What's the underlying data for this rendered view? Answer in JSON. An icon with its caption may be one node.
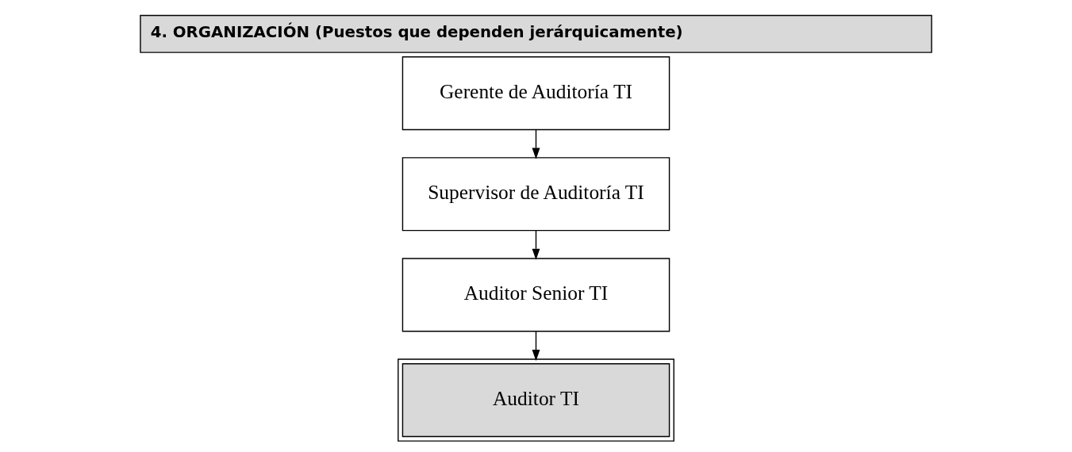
{
  "diagram": {
    "title": "4. ORGANIZACIÓN (Puestos que dependen jerárquicamente)",
    "nodes": [
      {
        "text": [
          "Gerente de Auditoría TI"
        ]
      },
      {
        "text": [
          "Supervisor de Auditoría TI"
        ]
      },
      {
        "text": [
          "Auditor Senior TI"
        ]
      },
      {
        "text": [
          "Auditor TI"
        ]
      }
    ],
    "edges": [
      {
        "from": 0,
        "to": 1,
        "arrow": "to"
      },
      {
        "from": 1,
        "to": 2,
        "arrow": "to"
      },
      {
        "from": 2,
        "to": 3,
        "arrow": "to"
      }
    ]
  }
}
